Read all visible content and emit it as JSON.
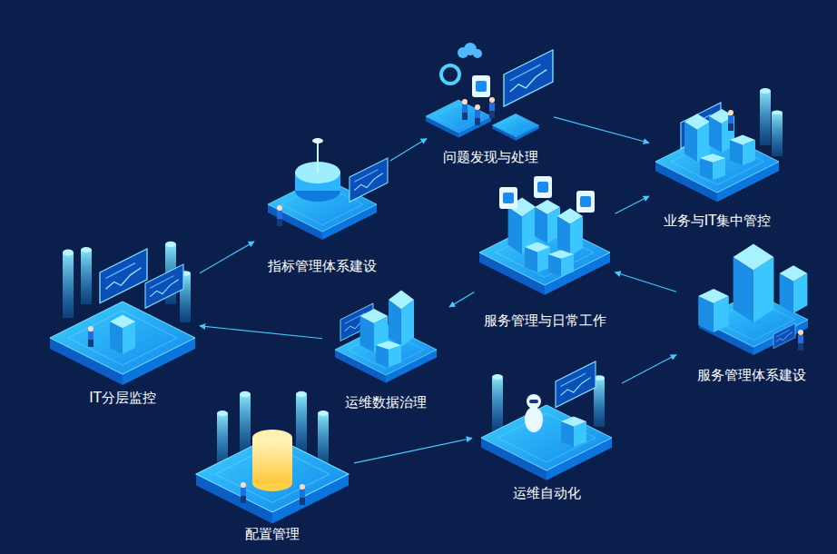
{
  "diagram": {
    "nodes": [
      {
        "text": [
          "问题发现与处理"
        ]
      },
      {
        "text": [
          "业务与IT集中管控"
        ]
      },
      {
        "text": [
          "指标管理体系建设"
        ]
      },
      {
        "text": [
          "服务管理与日常工作"
        ]
      },
      {
        "text": [
          "服务管理体系建设"
        ]
      },
      {
        "text": [
          "IT分层监控"
        ]
      },
      {
        "text": [
          "运维数据治理"
        ]
      },
      {
        "text": [
          "运维自动化"
        ]
      },
      {
        "text": [
          "配置管理"
        ]
      }
    ],
    "edges": [
      {
        "from": 5,
        "to": 2,
        "arrow": "to"
      },
      {
        "from": 2,
        "to": 0,
        "arrow": "to"
      },
      {
        "from": 0,
        "to": 1,
        "arrow": "to"
      },
      {
        "from": 3,
        "to": 1,
        "arrow": "to"
      },
      {
        "from": 4,
        "to": 3,
        "arrow": "to"
      },
      {
        "from": 3,
        "to": 6,
        "arrow": "to"
      },
      {
        "from": 6,
        "to": 5,
        "arrow": "to"
      },
      {
        "from": 8,
        "to": 7,
        "arrow": "to"
      },
      {
        "from": 7,
        "to": 4,
        "arrow": "to"
      }
    ]
  }
}
